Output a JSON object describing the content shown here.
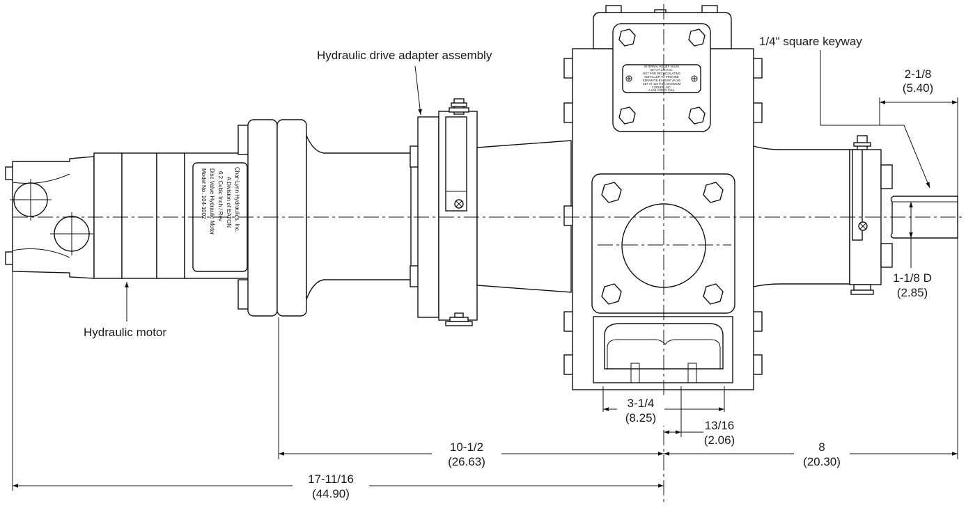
{
  "callouts": {
    "hydraulic_drive_adapter": "Hydraulic drive adapter assembly",
    "hydraulic_motor": "Hydraulic motor",
    "keyway": "1/4\" square keyway"
  },
  "dimensions": {
    "shaft_ext": {
      "value": "2-1/8",
      "metric": "(5.40)"
    },
    "shaft_dia": {
      "value": "1-1/8 D",
      "metric": "(2.85)"
    },
    "port_width": {
      "value": "3-1/4",
      "metric": "(8.25)"
    },
    "port_offset": {
      "value": "13/16",
      "metric": "(2.06)"
    },
    "flange_to_center": {
      "value": "10-1/2",
      "metric": "(26.63)"
    },
    "center_to_shaft_end": {
      "value": "8",
      "metric": "(20.30)"
    },
    "overall": {
      "value": "17-11/16",
      "metric": "(44.90)"
    }
  },
  "motor_plate": {
    "line1": "Char-Lynn Hydraulics, Inc.",
    "line2": "A Division of EATON",
    "line3": "6.2 Cubic Inch / Rev",
    "line4": "Disc Valve Hydraulic Motor",
    "line5": "Model No. 104-1002"
  },
  "valve_plate": {
    "line1": "INTERNAL RELIEF VALVE",
    "line2": "SET AT 125 P.S.I.",
    "line3": "NOT FOR RECIRCULATING",
    "line4": "INSTALLER TO PROVIDE",
    "line5": "SEPARATE BY-PASS VALVE",
    "line6": "SET AT 125 P.S.I. MAXIMUM",
    "line7": "CORKEN, INC.",
    "line8": "A Unit of IDEX Corp."
  }
}
